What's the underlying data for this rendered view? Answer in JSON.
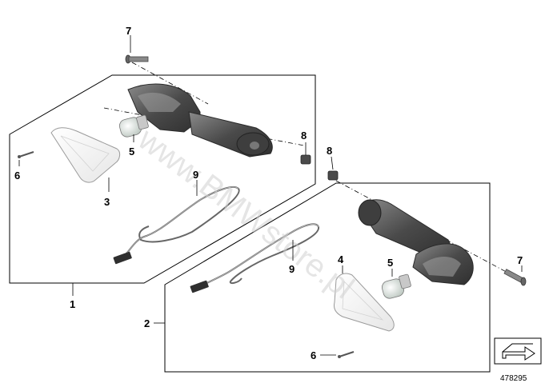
{
  "diagram": {
    "watermark": "www.BMWstore.pl",
    "reference_number": "478295",
    "callouts": {
      "c1": "1",
      "c2": "2",
      "c3": "3",
      "c4": "4",
      "c5a": "5",
      "c5b": "5",
      "c6a": "6",
      "c6b": "6",
      "c7a": "7",
      "c7b": "7",
      "c8a": "8",
      "c8b": "8",
      "c9a": "9",
      "c9b": "9"
    },
    "colors": {
      "housing": "#5b5b5b",
      "housing_dark": "#3a3a3a",
      "lens": "#f3f3f3",
      "bulb": "#dfe7e2",
      "line": "#000000",
      "watermark": "#cfcfcf"
    }
  }
}
